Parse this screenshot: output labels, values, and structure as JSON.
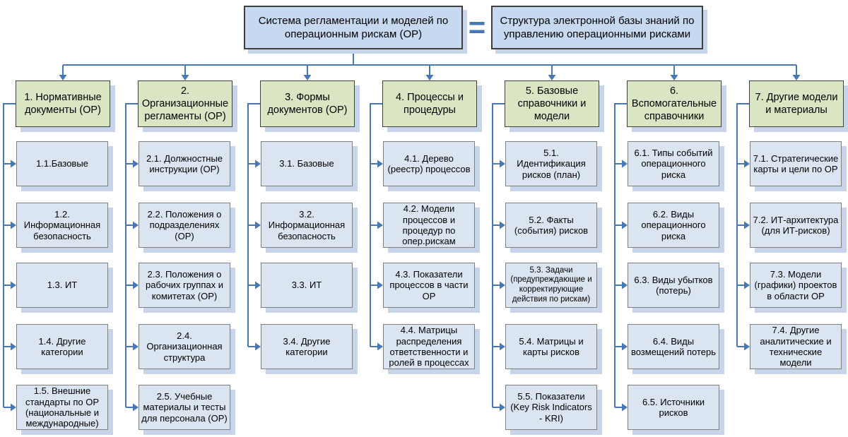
{
  "diagram": {
    "top_left_box": "Система регламентации и моделей по операционным рискам (ОР)",
    "equals_sign": "=",
    "top_right_box": "Структура электронной базы знаний по управлению операционными рисками"
  },
  "columns": [
    {
      "header": "1. Нормативные документы (ОР)",
      "items": [
        "1.1.Базовые",
        "1.2. Информационная безопасность",
        "1.3. ИТ",
        "1.4. Другие категории",
        "1.5. Внешние стандарты по ОР (национальные и международные)"
      ]
    },
    {
      "header": "2. Организационные регламенты (ОР)",
      "items": [
        "2.1. Должностные инструкции (ОР)",
        "2.2. Положения о подразделениях (ОР)",
        "2.3. Положения о рабочих группах и комитетах (ОР)",
        "2.4. Организационная структура",
        "2.5. Учебные материалы и тесты для персонала (ОР)"
      ]
    },
    {
      "header": "3. Формы документов (ОР)",
      "items": [
        "3.1. Базовые",
        "3.2. Информационная безопасность",
        "3.3. ИТ",
        "3.4. Другие категории"
      ]
    },
    {
      "header": "4. Процессы и процедуры",
      "items": [
        "4.1. Дерево (реестр) процессов",
        "4.2. Модели процессов и процедур по опер.рискам",
        "4.3. Показатели процессов в части ОР",
        "4.4. Матрицы распределения ответственности и ролей в процессах"
      ]
    },
    {
      "header": "5. Базовые справочники и модели",
      "items": [
        "5.1. Идентификация рисков (план)",
        "5.2. Факты (события) рисков",
        "5.3. Задачи (предупреждающие и корректирующие действия по рискам)",
        "5.4. Матрицы и карты рисков",
        "5.5. Показатели (Key Risk Indicators - KRI)"
      ]
    },
    {
      "header": "6. Вспомогательные справочники",
      "items": [
        "6.1. Типы событий операционного риска",
        "6.2. Виды операционного риска",
        "6.3. Виды убытков (потерь)",
        "6.4. Виды возмещений потерь",
        "6.5. Источники рисков"
      ]
    },
    {
      "header": "7. Другие модели и материалы",
      "items": [
        "7.1. Стратегические карты и цели по ОР",
        "7.2. ИТ-архитектура (для ИТ-рисков)",
        "7.3. Модели (графики) проектов в области ОР",
        "7.4. Другие аналитические и технические модели"
      ]
    }
  ],
  "colors": {
    "connector": "#4777b4",
    "top_fill": "#c6d9f0",
    "top_border": "#3f3f3f",
    "header_fill": "#dae5c3",
    "header_border": "#404040",
    "child_fill": "#dbe5f1",
    "child_border": "#7f7f7f",
    "shadow": "#c8d4ea"
  }
}
